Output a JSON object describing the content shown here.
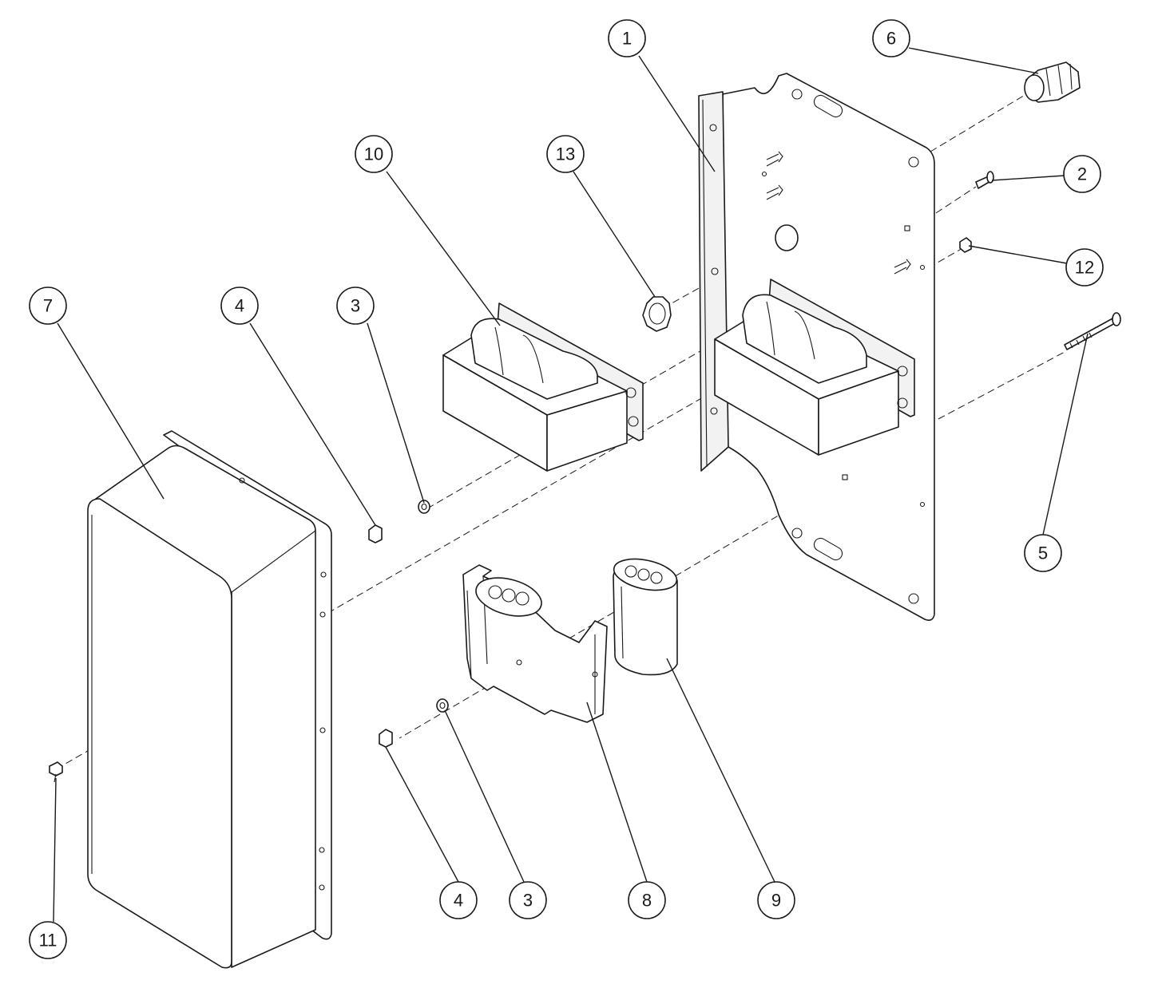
{
  "callouts": [
    {
      "id": "c1",
      "label": "1"
    },
    {
      "id": "c2",
      "label": "2"
    },
    {
      "id": "c3a",
      "label": "3"
    },
    {
      "id": "c3b",
      "label": "3"
    },
    {
      "id": "c4a",
      "label": "4"
    },
    {
      "id": "c4b",
      "label": "4"
    },
    {
      "id": "c5",
      "label": "5"
    },
    {
      "id": "c6",
      "label": "6"
    },
    {
      "id": "c7",
      "label": "7"
    },
    {
      "id": "c8",
      "label": "8"
    },
    {
      "id": "c9",
      "label": "9"
    },
    {
      "id": "c10",
      "label": "10"
    },
    {
      "id": "c11",
      "label": "11"
    },
    {
      "id": "c12",
      "label": "12"
    },
    {
      "id": "c13",
      "label": "13"
    }
  ],
  "colors": {
    "line": "#1a1a1a",
    "background": "#ffffff"
  }
}
